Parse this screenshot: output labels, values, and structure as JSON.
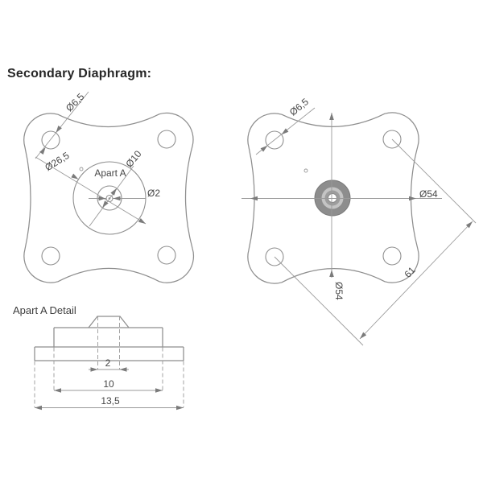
{
  "title": "Secondary Diaphragm:",
  "colors": {
    "background": "#ffffff",
    "line": "#8e8e8e",
    "text": "#474747",
    "boss_outer": "#8d8d8d",
    "boss_ring": "#c4c4c4",
    "boss_inner": "#9d9d9d",
    "boss_bore": "#ffffff"
  },
  "front_view": {
    "labels": {
      "bolt_hole_dia": "Ø6,5",
      "inner_dia": "Ø26,5",
      "boss_dia": "Ø10",
      "pilot_hole_dia": "Ø2",
      "detail_ref": "Apart A"
    }
  },
  "top_view": {
    "labels": {
      "bolt_hole_dia": "Ø6,5",
      "outer_dia_h": "Ø54",
      "outer_dia_v": "Ø54",
      "bolt_diagonal": "61"
    }
  },
  "detail_view": {
    "title": "Apart A Detail",
    "dims": {
      "pilot_hole": "2",
      "boss_width": "10",
      "overall_width": "13,5"
    }
  }
}
